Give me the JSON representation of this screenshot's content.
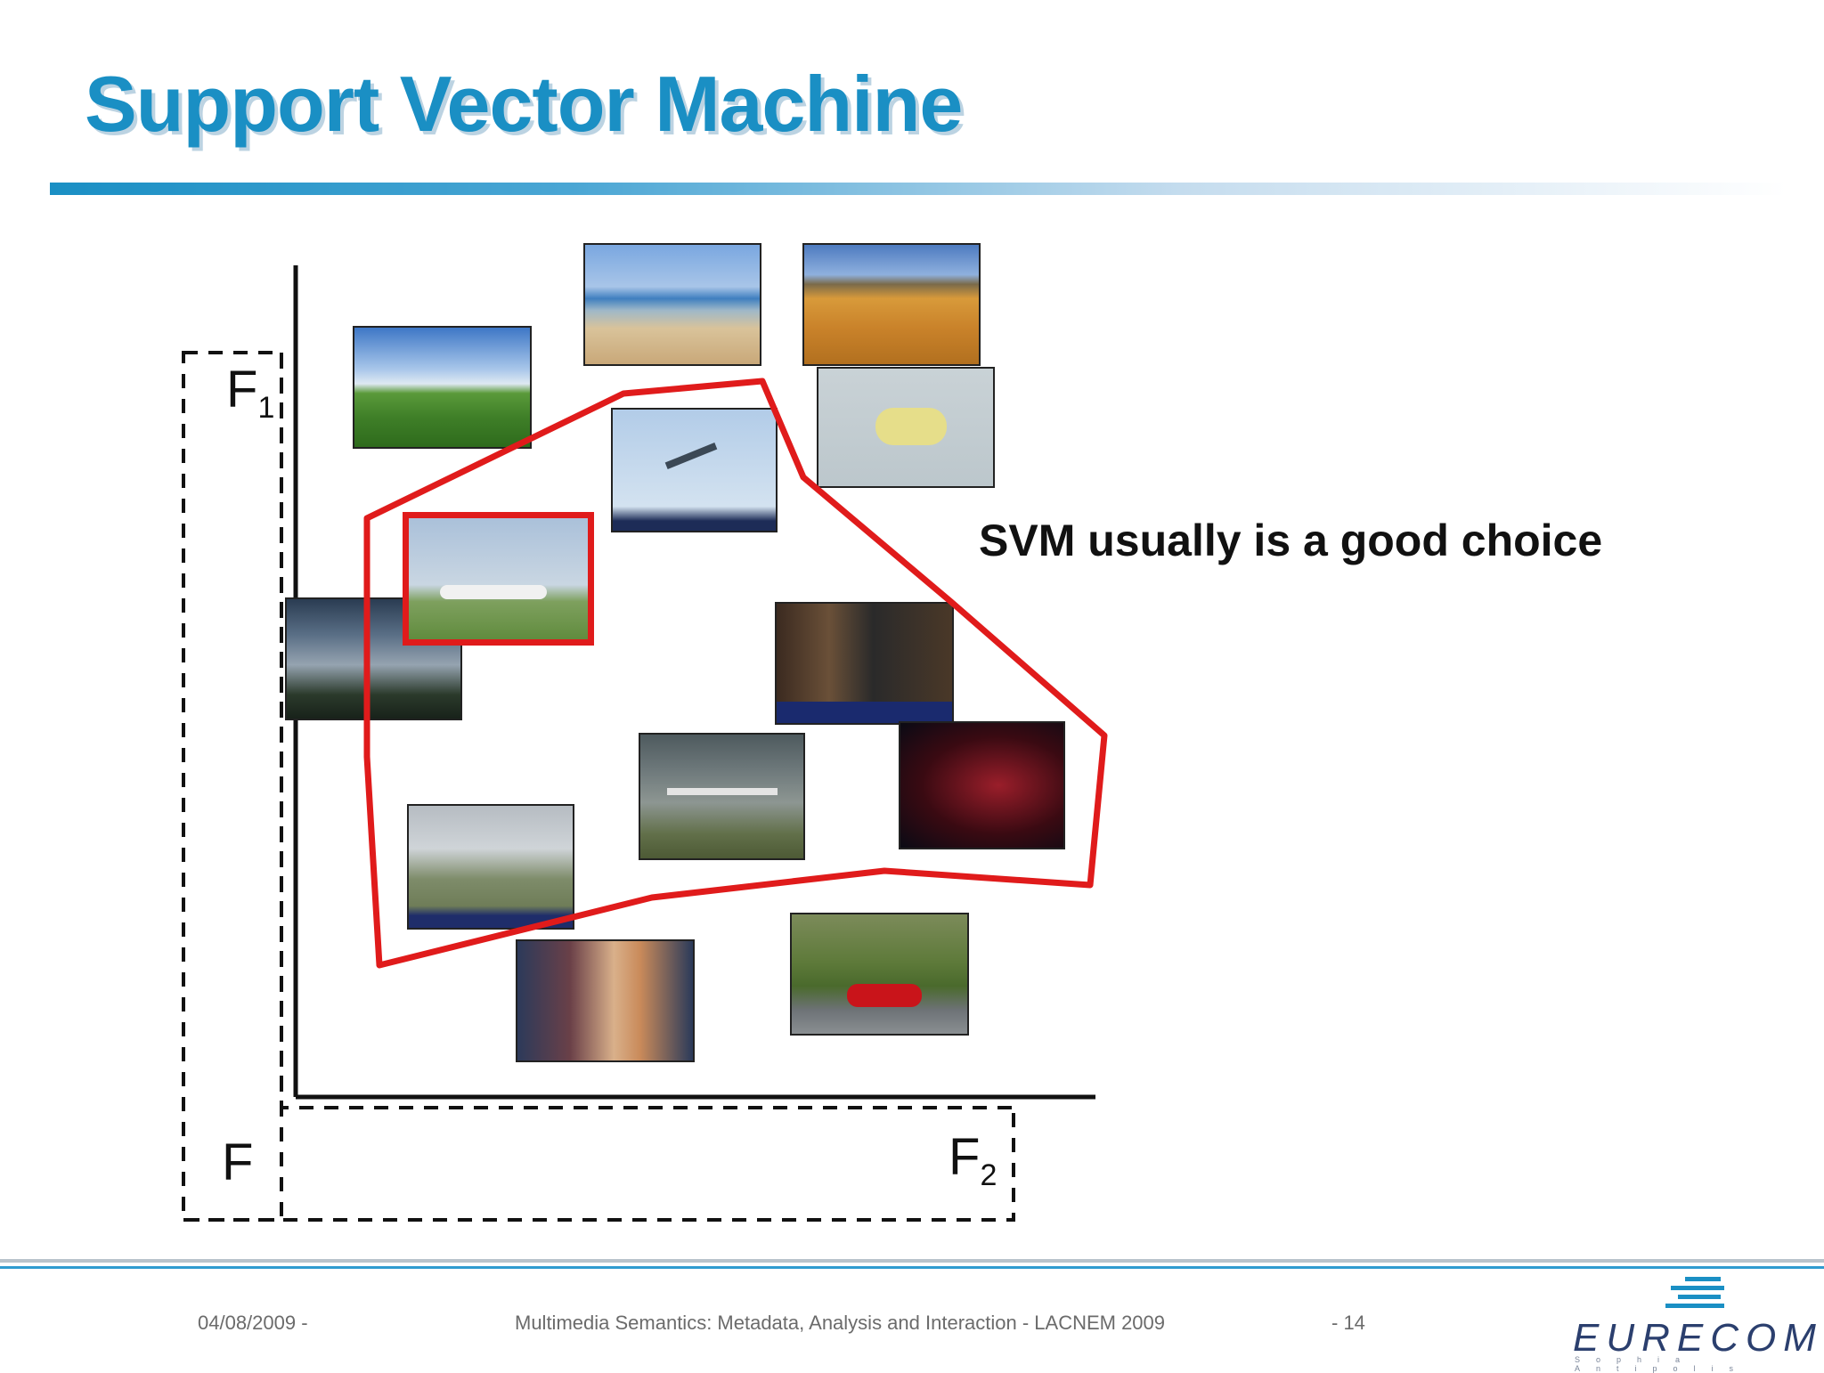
{
  "slide": {
    "title": "Support Vector Machine",
    "callout": "SVM usually is a good choice"
  },
  "axes": {
    "y_label_main": "F",
    "y_label_sub": "1",
    "x_label_main": "F",
    "x_label_sub": "2",
    "outer_label": "F"
  },
  "images": [
    "green-meadow-sky",
    "beach-couple-footprints",
    "savanna-landscape",
    "polar-bear-snow",
    "airplane-in-sky",
    "airplane-on-runway-highlighted",
    "geese-flying",
    "news-anchor-man",
    "airplane-taxiing",
    "red-airliner-night",
    "small-propeller-plane",
    "smiling-woman",
    "red-sports-car"
  ],
  "footer": {
    "date": "04/08/2009 -",
    "course": "Multimedia Semantics: Metadata, Analysis and Interaction - LACNEM 2009",
    "page": "- 14"
  },
  "logo": {
    "text": "EURECOM",
    "subtitle": "Sophia Antipolis"
  },
  "colors": {
    "title": "#1a8fc4",
    "boundary": "#e01b1b",
    "logo": "#2b3f6e"
  }
}
